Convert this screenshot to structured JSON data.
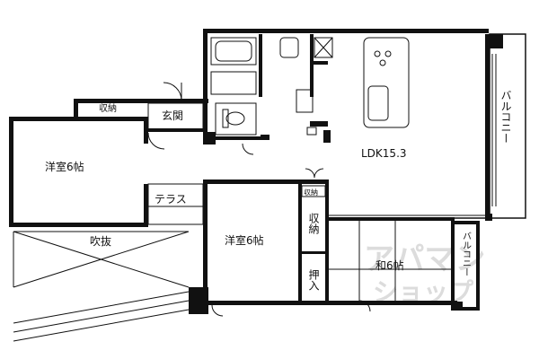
{
  "rooms": {
    "ldk": "LDK15.3",
    "western_room_left": "洋室6帖",
    "western_room_center": "洋室6帖",
    "japanese_room": "和6帖",
    "entrance": "玄関",
    "storage_top": "収納",
    "storage_center": "収納",
    "storage_small": "収納",
    "closet": "押入",
    "terrace": "テラス",
    "void": "吹抜",
    "balcony_right": "バルコニー",
    "balcony_lower": "バルコニー"
  },
  "watermark": {
    "line1": "アパマン",
    "line2": "ショップ"
  },
  "colors": {
    "wall": "#111111",
    "watermark": "#dcdcdc"
  }
}
